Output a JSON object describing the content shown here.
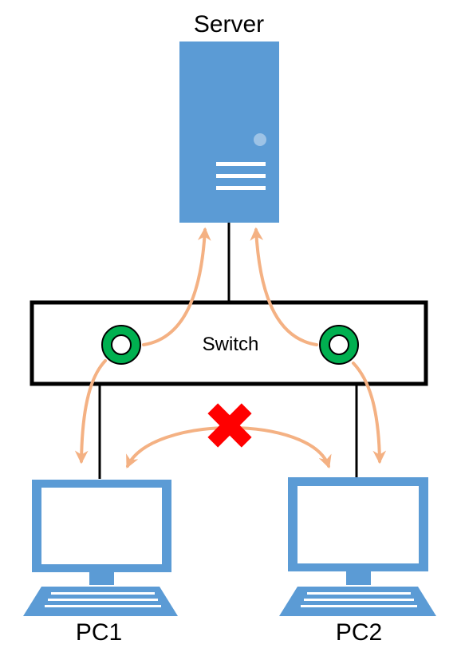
{
  "nodes": {
    "server": {
      "label": "Server"
    },
    "switch": {
      "label": "Switch"
    },
    "pc1": {
      "label": "PC1"
    },
    "pc2": {
      "label": "PC2"
    }
  },
  "colors": {
    "device_blue": "#5b9bd5",
    "device_screen": "#ffffff",
    "device_light": "#9dc3e6",
    "line": "#000000",
    "flow_arrow": "#f4b183",
    "port_ring": "#00b050",
    "blocked": "#ff0000"
  }
}
